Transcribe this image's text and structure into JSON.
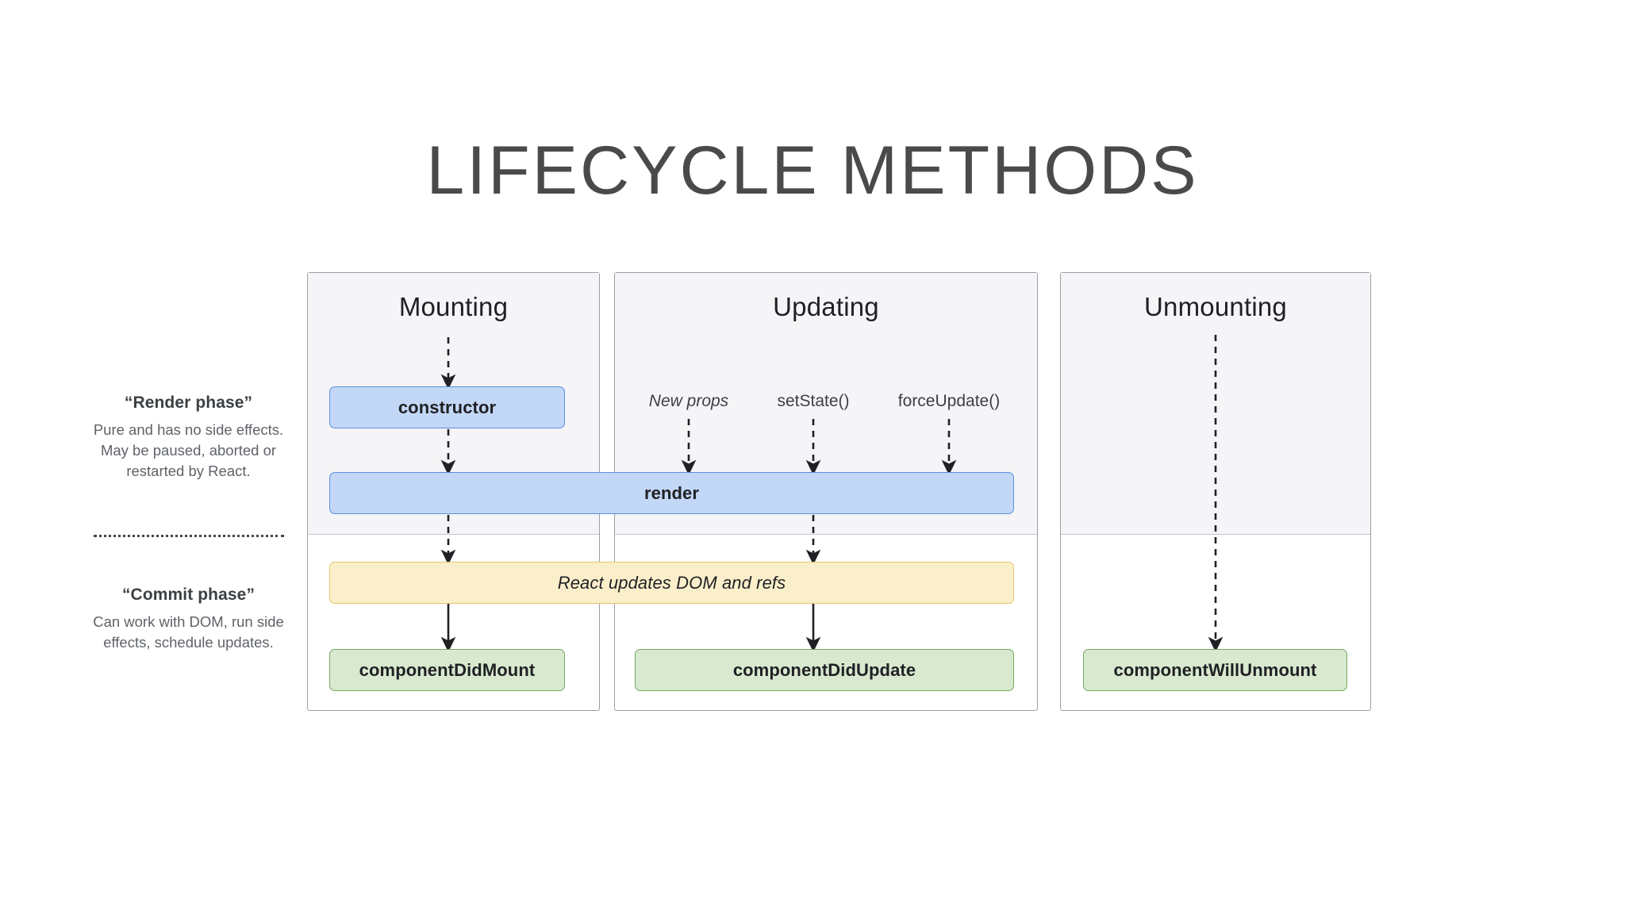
{
  "title": "LIFECYCLE METHODS",
  "phases": [
    {
      "id": "render",
      "title": "“Render phase”",
      "description": "Pure and has no side effects. May be paused, aborted or restarted by React."
    },
    {
      "id": "commit",
      "title": "“Commit phase”",
      "description": "Can work with DOM, run side effects, schedule updates."
    }
  ],
  "columns": [
    {
      "id": "mounting",
      "heading": "Mounting"
    },
    {
      "id": "updating",
      "heading": "Updating"
    },
    {
      "id": "unmounting",
      "heading": "Unmounting"
    }
  ],
  "triggers": [
    {
      "id": "new-props",
      "label": "New props"
    },
    {
      "id": "set-state",
      "label": "setState()"
    },
    {
      "id": "force-update",
      "label": "forceUpdate()"
    }
  ],
  "boxes": {
    "constructor": "constructor",
    "render": "render",
    "react_updates": "React updates DOM and refs",
    "component_did_mount": "componentDidMount",
    "component_did_update": "componentDidUpdate",
    "component_will_unmount": "componentWillUnmount"
  },
  "colors": {
    "title_text": "#4a4a4a",
    "panel_border": "#9aa0a6",
    "panel_upper_fill": "#f5f5f7",
    "blue_fill": "#c3d7f7",
    "blue_border": "#5b8fe0",
    "yellow_fill": "#fbefcb",
    "yellow_border": "#e6c668",
    "green_fill": "#d8e9d0",
    "green_border": "#74a95e",
    "arrow": "#202124",
    "body_text": "#3c4043",
    "muted_text": "#5f6368"
  }
}
